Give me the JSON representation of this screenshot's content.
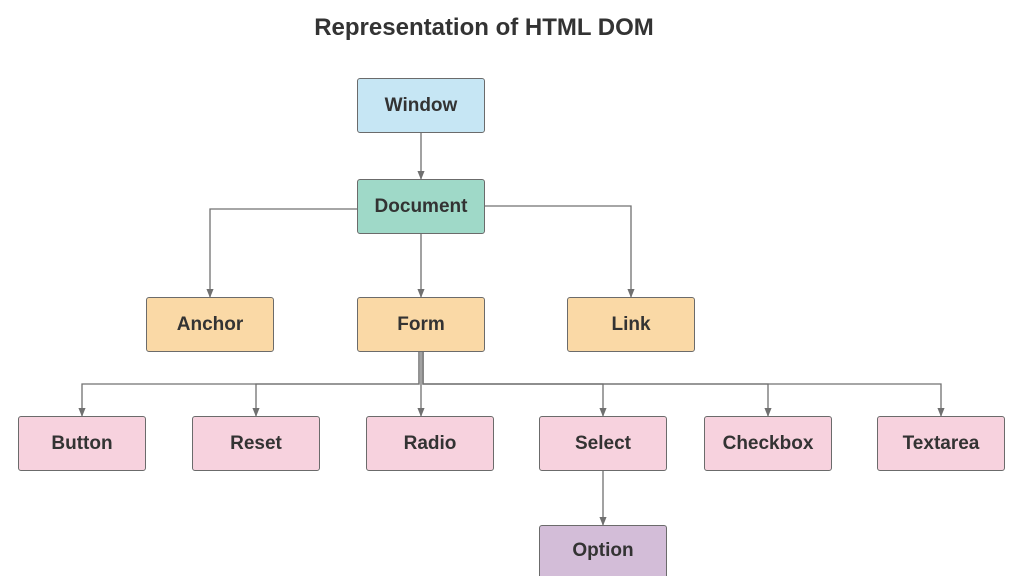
{
  "title": "Representation of HTML DOM",
  "colors": {
    "window": "#c6e6f4",
    "document": "#9fd9c8",
    "level2": "#fad9a6",
    "form_controls": "#f7d2de",
    "option": "#d3bdd8",
    "edge": "#707070"
  },
  "nodes": {
    "window": "Window",
    "document": "Document",
    "anchor": "Anchor",
    "form": "Form",
    "link": "Link",
    "button": "Button",
    "reset": "Reset",
    "radio": "Radio",
    "select": "Select",
    "checkbox": "Checkbox",
    "textarea": "Textarea",
    "option": "Option"
  },
  "edges": [
    [
      "window",
      "document"
    ],
    [
      "document",
      "anchor"
    ],
    [
      "document",
      "form"
    ],
    [
      "document",
      "link"
    ],
    [
      "form",
      "button"
    ],
    [
      "form",
      "reset"
    ],
    [
      "form",
      "radio"
    ],
    [
      "form",
      "select"
    ],
    [
      "form",
      "checkbox"
    ],
    [
      "form",
      "textarea"
    ],
    [
      "select",
      "option"
    ]
  ]
}
